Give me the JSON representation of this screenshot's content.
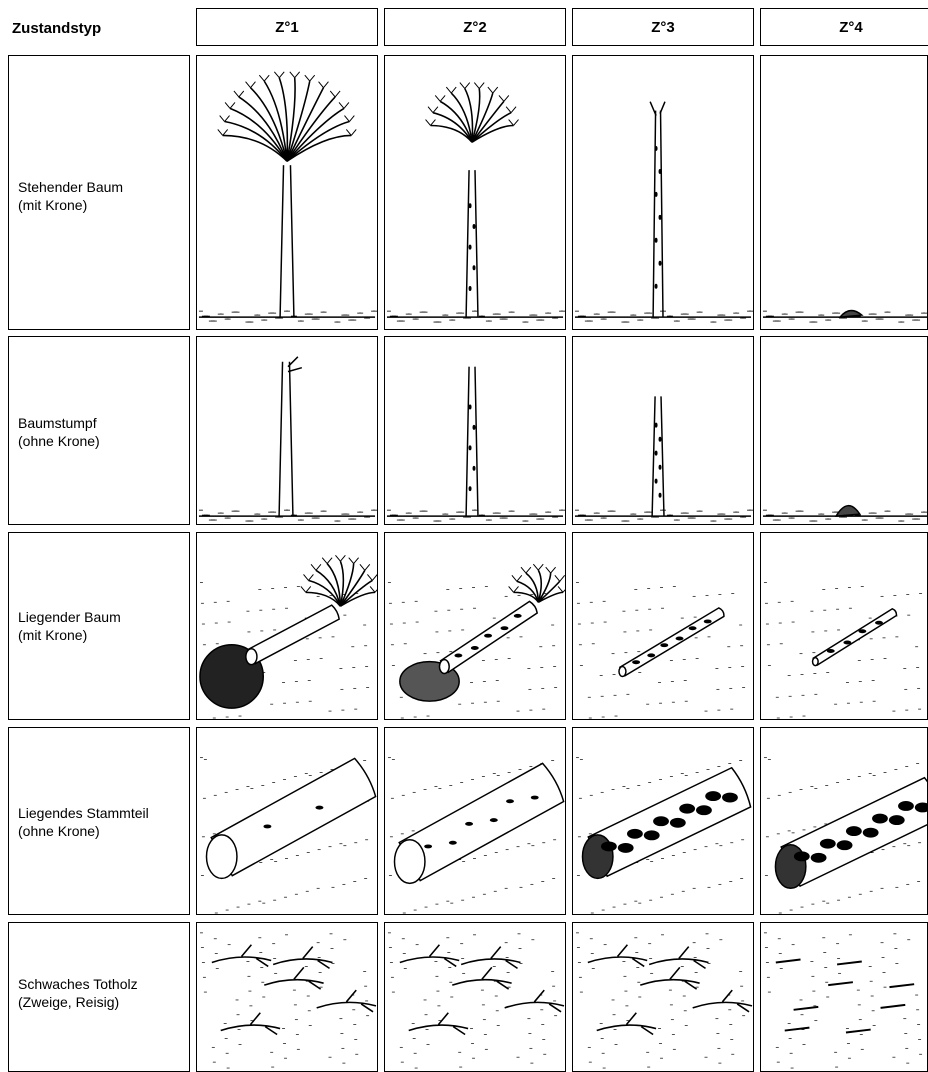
{
  "header": {
    "corner_label": "Zustandstyp",
    "columns": [
      "Z°1",
      "Z°2",
      "Z°3",
      "Z°4"
    ]
  },
  "rows": [
    {
      "line1": "Stehender Baum",
      "line2": "(mit Krone)"
    },
    {
      "line1": "Baumstumpf",
      "line2": "(ohne Krone)"
    },
    {
      "line1": "Liegender Baum",
      "line2": "(mit Krone)"
    },
    {
      "line1": "Liegendes Stammteil",
      "line2": "(ohne Krone)"
    },
    {
      "line1": "Schwaches Totholz",
      "line2": "(Zweige, Reisig)"
    }
  ],
  "colors": {
    "ink": "#000000",
    "paper": "#ffffff"
  }
}
